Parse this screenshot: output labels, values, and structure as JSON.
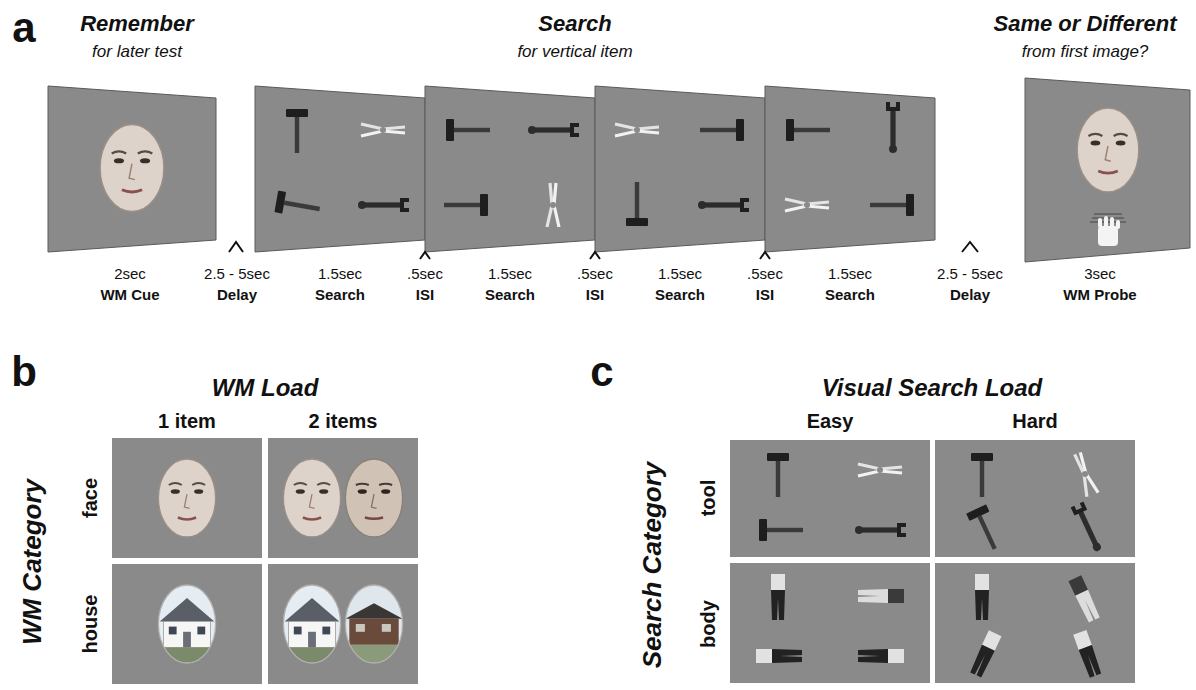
{
  "diagram": {
    "labels": [
      "a",
      "Remember",
      "for later test",
      "Search",
      "for vertical item",
      "Same or Different",
      "from first image?",
      "2sec",
      "WM Cue",
      "2.5 - 5sec",
      "Delay",
      "1.5sec",
      "Search",
      ".5sec",
      "ISI",
      "1.5sec",
      "Search",
      ".5sec",
      "ISI",
      "1.5sec",
      "Search",
      ".5sec",
      "ISI",
      "1.5sec",
      "Search",
      "2.5 - 5sec",
      "Delay",
      "3sec",
      "WM Probe",
      "b",
      "WM Load",
      "1 item",
      "2 items",
      "WM Category",
      "face",
      "house",
      "c",
      "Visual Search Load",
      "Easy",
      "Hard",
      "Search Category",
      "tool",
      "body"
    ]
  }
}
